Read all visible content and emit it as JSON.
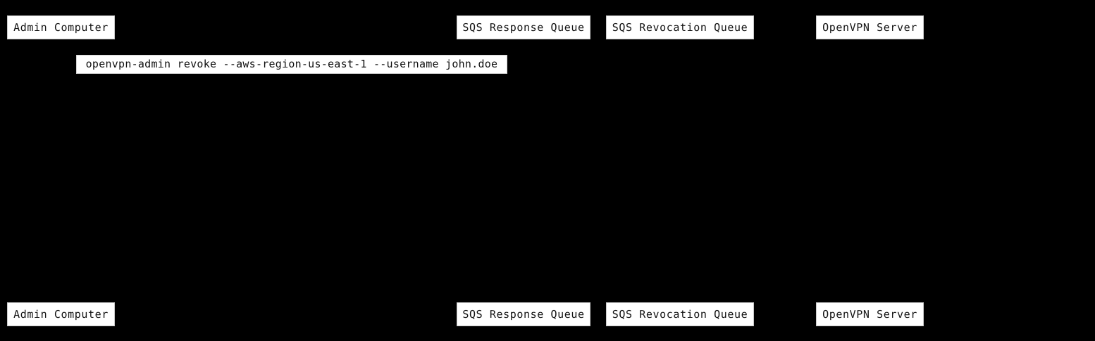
{
  "diagram": {
    "kind": "sequence-diagram",
    "background_color": "#000000",
    "box_fill_color": "#ffffff",
    "box_border_color": "#c8c8c8",
    "text_color": "#131313",
    "lifeline_color": "#000000",
    "participants": [
      {
        "id": "admin-computer",
        "label": "Admin Computer"
      },
      {
        "id": "sqs-response-queue",
        "label": "SQS Response Queue"
      },
      {
        "id": "sqs-revocation-queue",
        "label": "SQS Revocation Queue"
      },
      {
        "id": "openvpn-server",
        "label": "OpenVPN Server"
      }
    ],
    "footer_participants": [
      {
        "id": "admin-computer-footer",
        "label": "Admin Computer"
      },
      {
        "id": "sqs-response-queue-footer",
        "label": "SQS Response Queue"
      },
      {
        "id": "sqs-revocation-queue-footer",
        "label": "SQS Revocation Queue"
      },
      {
        "id": "openvpn-server-footer",
        "label": "OpenVPN Server"
      }
    ],
    "messages": [
      {
        "id": "revoke-command",
        "label": "openvpn-admin revoke --aws-region-us-east-1 --username john.doe",
        "from": "admin-computer",
        "to": "admin-computer"
      }
    ]
  }
}
